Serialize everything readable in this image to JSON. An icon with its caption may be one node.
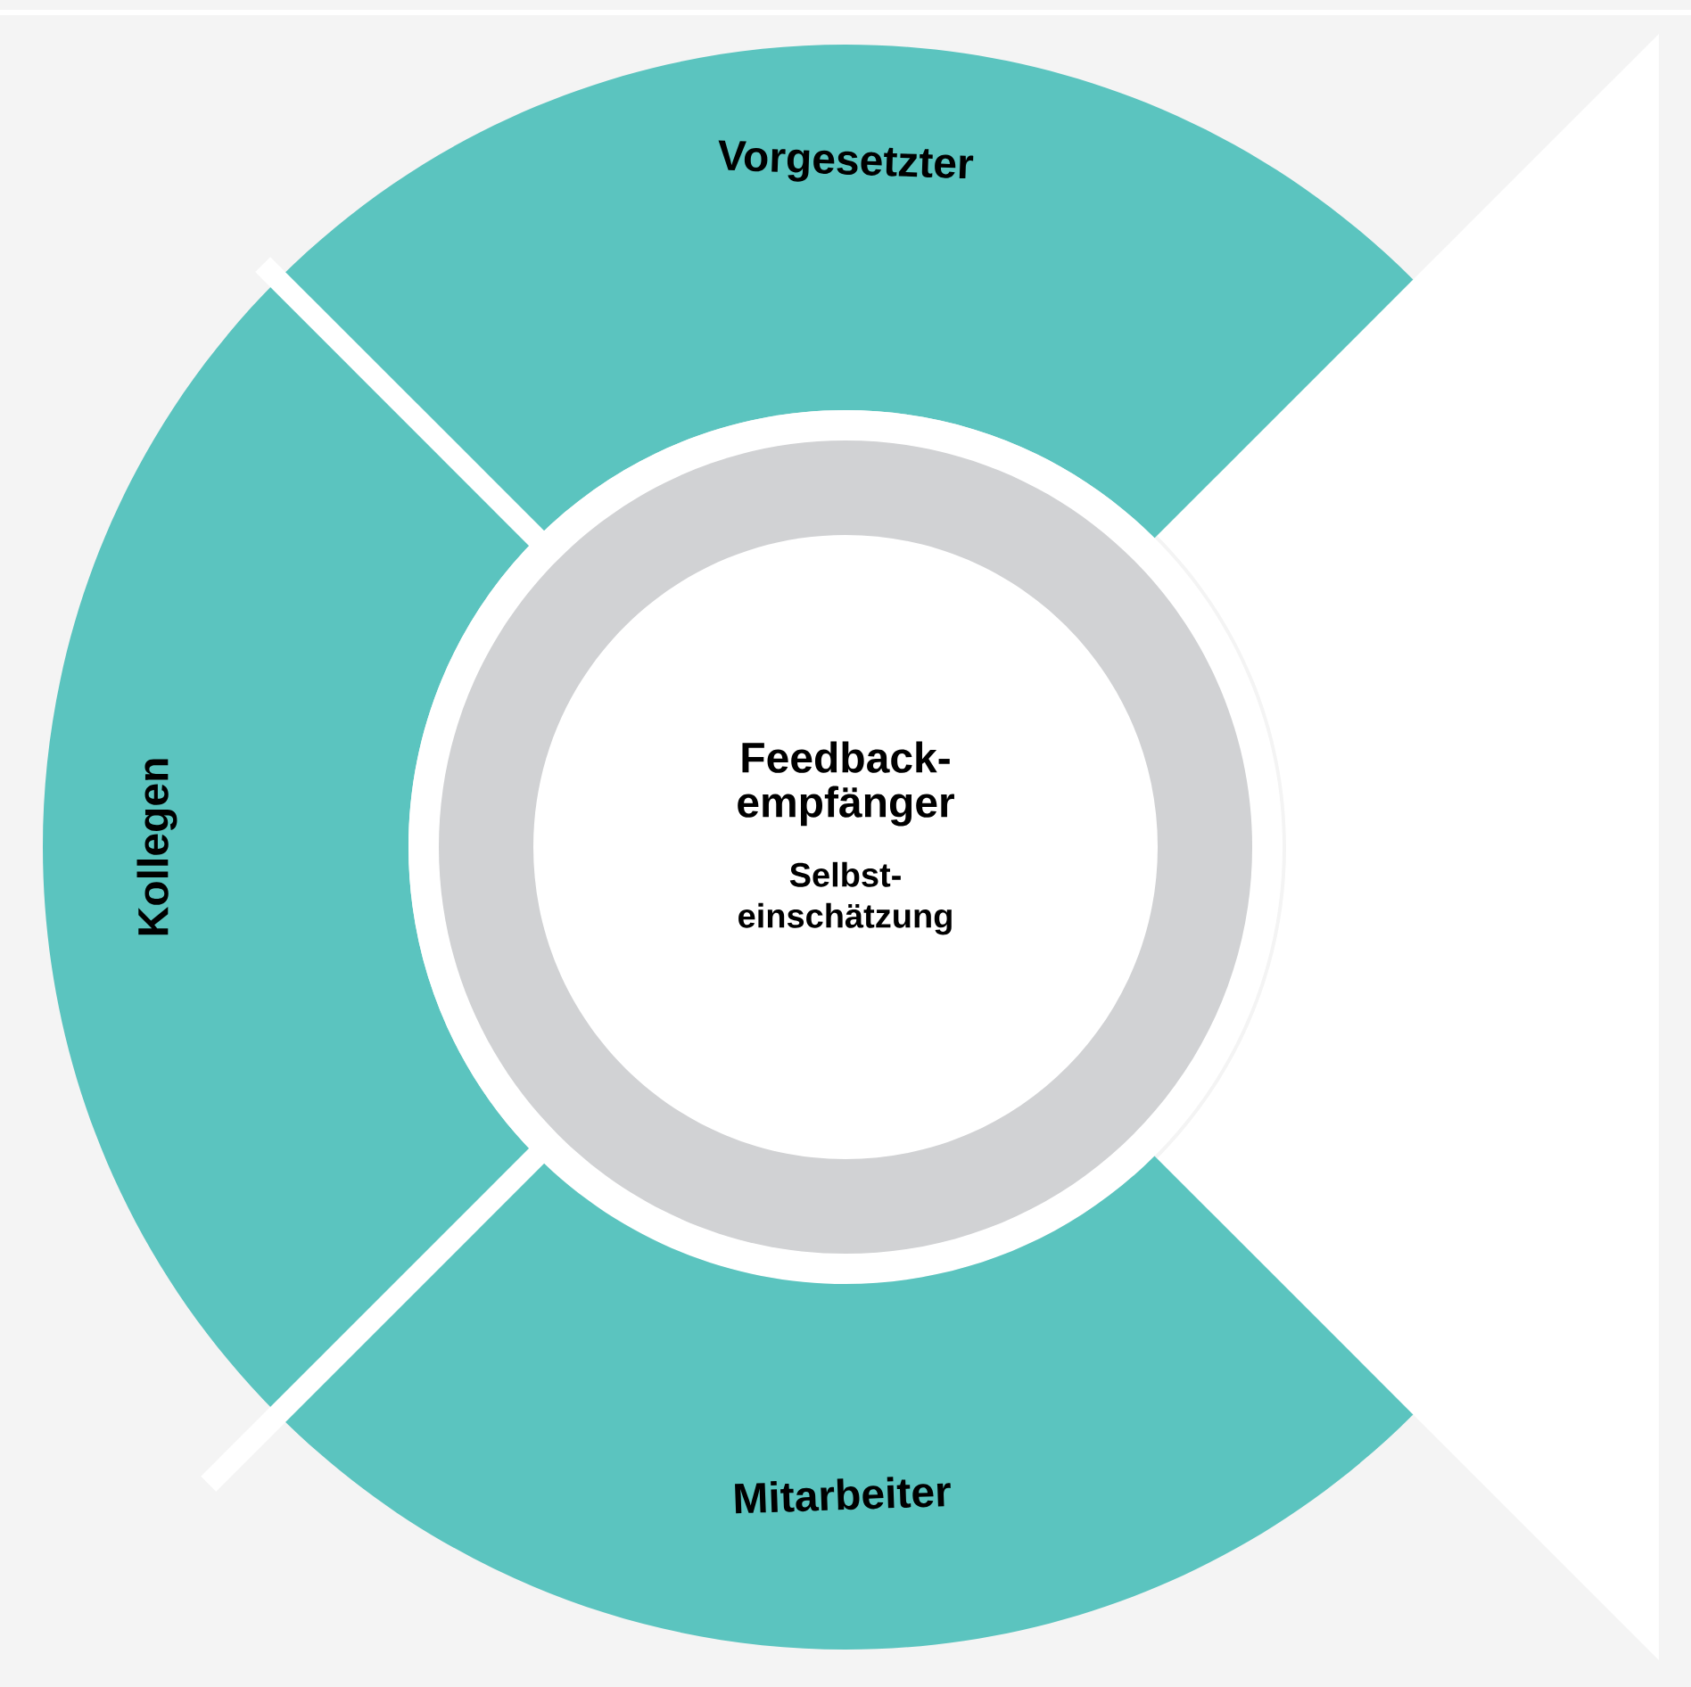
{
  "diagram": {
    "nodes": [
      {
        "text": [
          "Vorgesetzter"
        ]
      },
      {
        "text": [
          "Kollegen"
        ]
      },
      {
        "text": [
          "Feedback-empfänger",
          "Selbst-einschätzung"
        ]
      },
      {
        "text": [
          "Mitarbeiter"
        ]
      },
      {
        "text": [],
        "shape": "triangle"
      }
    ]
  }
}
